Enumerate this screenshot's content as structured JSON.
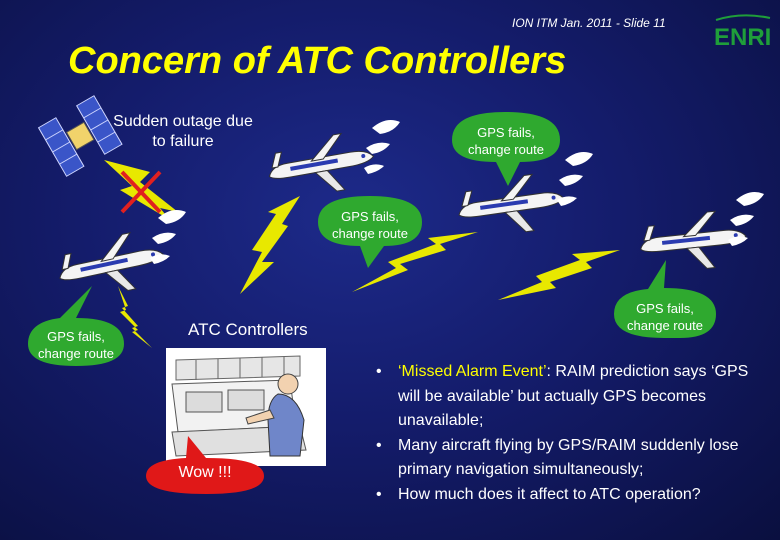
{
  "slide_ref": "ION ITM Jan. 2011 - Slide 11",
  "logo_text": "ENRI",
  "title": "Concern of ATC Controllers",
  "outage_text": "Sudden outage due to failure",
  "bubbles": [
    {
      "text": "GPS fails, change route"
    },
    {
      "text": "GPS fails, change route"
    },
    {
      "text": "GPS fails, change route"
    },
    {
      "text": "GPS fails, change route"
    }
  ],
  "atc_label": "ATC Controllers",
  "wow_text": "Wow !!!",
  "bullets": [
    {
      "highlight": "‘Missed Alarm Event’",
      "rest": ": RAIM prediction says ‘GPS will be available’ but actually GPS becomes unavailable;"
    },
    {
      "highlight": "",
      "rest": "Many aircraft flying by GPS/RAIM suddenly lose primary navigation simultaneously;"
    },
    {
      "highlight": "",
      "rest": "How much does it affect to ATC operation?"
    }
  ],
  "colors": {
    "background": "#141c6b",
    "title": "#ffff00",
    "bubble": "#2fa92f",
    "lightning": "#e8e800",
    "wow_bubble": "#e01818",
    "cross": "#e02020",
    "logo": "#1f9e3a"
  }
}
